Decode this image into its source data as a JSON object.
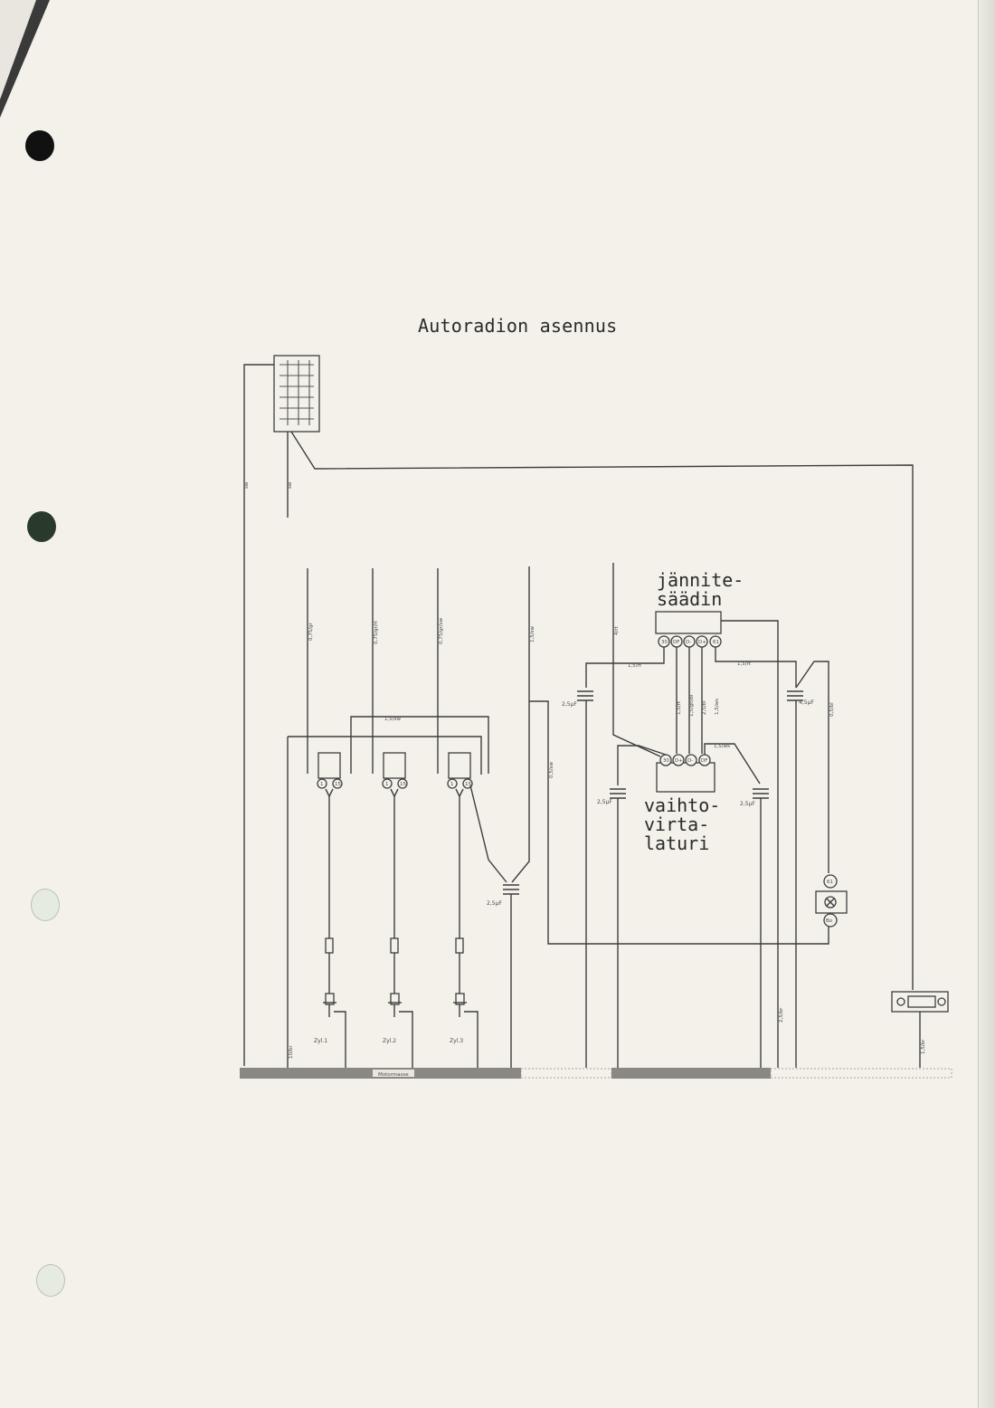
{
  "title": "Autoradion asennus",
  "labels": {
    "regulator": "jännite-\nsäädin",
    "alternator": "vaihto-\nvirta-\nlaturi"
  },
  "cylinders": [
    "Zyl.1",
    "Zyl.2",
    "Zyl.3"
  ],
  "wires": {
    "w1": "0,75/gr",
    "w2": "0,75/gr/rt",
    "w3": "0,75/gr/sw",
    "w4": "1,5/sw",
    "w5": "4/rt",
    "bridge": "1,5/sw",
    "mid": "0,5/sw",
    "rt1": "1,5/rt",
    "rt2": "1,5/rt",
    "gn_bl": "1,5/gn/bl",
    "bl": "2,5/bl",
    "ws": "1,5/ws",
    "rt3": "1,5/rt",
    "ws2": "1,5/ws",
    "bl2": "0,5/bl",
    "ground": "10/br",
    "br_right": "2,5/br",
    "radio_ground": "1,5/br",
    "left_a": "sw",
    "left_b": "sw"
  },
  "capacitors": {
    "c1": "2,5µF",
    "c2": "2,5µF",
    "c3": "4,5µF",
    "c4": "2,5µF",
    "c5": "2,5µF"
  },
  "regulator_terminals": [
    "30",
    "DF",
    "D-",
    "D+",
    "61"
  ],
  "alternator_terminals": [
    "30",
    "D+",
    "D-",
    "DF"
  ],
  "plug_terminals": [
    "1",
    "15"
  ],
  "lamp_terminals": [
    "61",
    "Bo"
  ],
  "ground_strip_label": "Motormasse"
}
